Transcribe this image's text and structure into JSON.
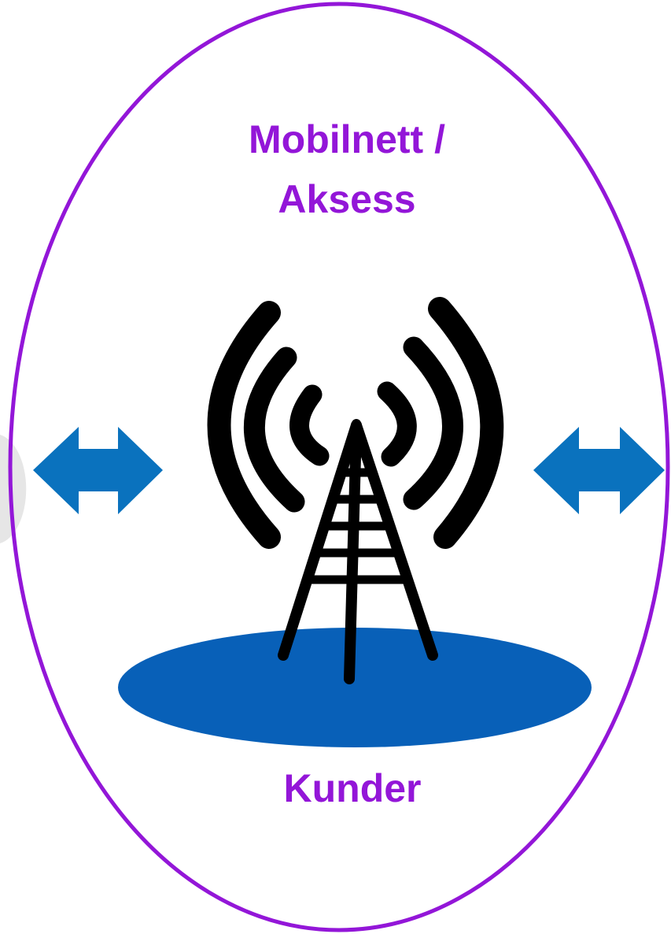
{
  "title": {
    "line1": "Mobilnett /",
    "line2": "Aksess"
  },
  "bottom_label": "Kunder",
  "colors": {
    "boundary": "#9316D8",
    "label": "#9316D8",
    "arrow": "#0A72BE",
    "coverage": "#0860B8",
    "tower": "#000000",
    "left_edge_shape": "#E6E6E6"
  },
  "icons": [
    "radio-tower-icon",
    "signal-waves-icon",
    "double-arrow-icon"
  ]
}
